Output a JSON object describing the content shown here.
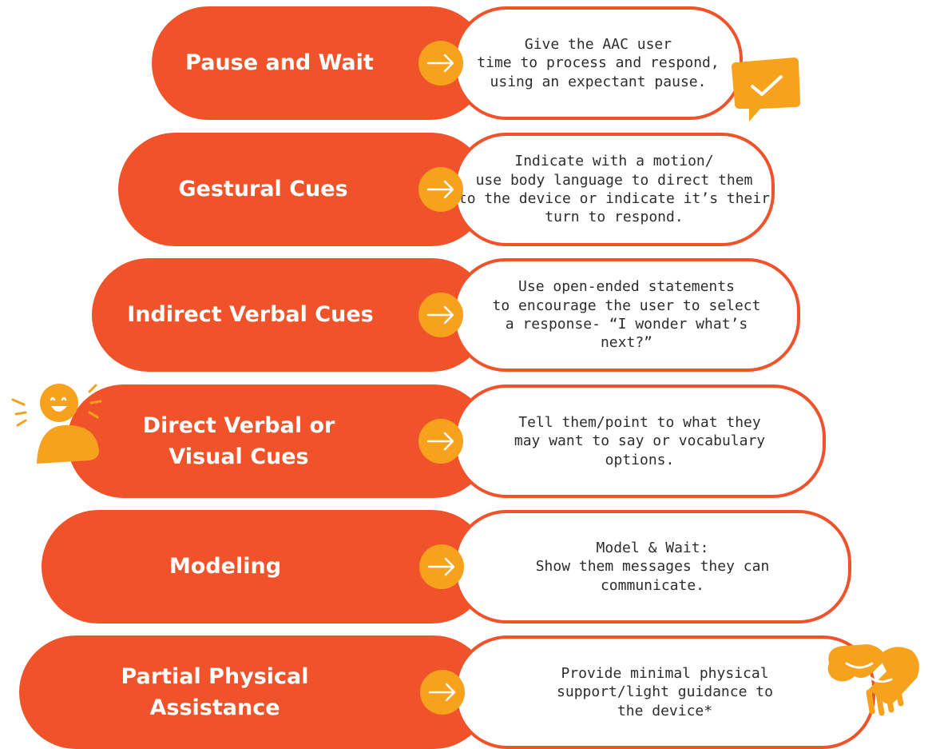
{
  "colors": {
    "orange": "#f0522a",
    "accent": "#f7a21d",
    "text": "#2d2d2d",
    "white": "#ffffff"
  },
  "icons": {
    "arrow": "arrow-right-icon",
    "check": "checkmark-speech-bubble-icon",
    "person": "smiling-person-icon",
    "handshake": "handshake-icon"
  },
  "steps": [
    {
      "title": "Pause and Wait",
      "description": "Give the AAC user\ntime to process and respond,\nusing an expectant pause."
    },
    {
      "title": "Gestural Cues",
      "description": "Indicate with a motion/\nuse body language to direct them\nto the device or indicate it’s their\nturn to respond."
    },
    {
      "title": "Indirect Verbal Cues",
      "description": "Use open-ended statements\nto encourage the user to select\na response- “I wonder what’s\nnext?”"
    },
    {
      "title": "Direct Verbal or\nVisual Cues",
      "description": "Tell them/point to what they\nmay want to say or vocabulary\noptions."
    },
    {
      "title": "Modeling",
      "description": "Model & Wait:\nShow them messages they can\ncommunicate."
    },
    {
      "title": "Partial Physical\nAssistance",
      "description": "Provide minimal physical\nsupport/light guidance to\nthe device*"
    }
  ]
}
